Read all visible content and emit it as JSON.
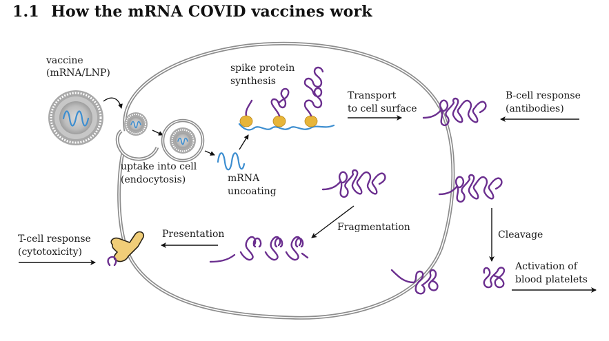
{
  "title": {
    "number": "1.1",
    "text": "How the mRNA COVID vaccines work"
  },
  "labels": {
    "vaccine_line1": "vaccine",
    "vaccine_line2": "(mRNA/LNP)",
    "uptake_line1": "uptake into cell",
    "uptake_line2": "(endocytosis)",
    "mrna_line1": "mRNA",
    "mrna_line2": "uncoating",
    "spike_line1": "spike protein",
    "spike_line2": "synthesis",
    "transport_line1": "Transport",
    "transport_line2": "to cell surface",
    "bcell_line1": "B-cell response",
    "bcell_line2": "(antibodies)",
    "fragmentation": "Fragmentation",
    "presentation": "Presentation",
    "tcell_line1": "T-cell response",
    "tcell_line2": "(cytotoxicity)",
    "cleavage": "Cleavage",
    "activation_line1": "Activation of",
    "activation_line2": "blood platelets"
  },
  "colors": {
    "spike_protein": "#6b2f8f",
    "mrna": "#3d8ed0",
    "ribosome": "#e7b53a",
    "membrane": "#8d8d8d",
    "t_cell_receptor": "#f0cd78"
  }
}
